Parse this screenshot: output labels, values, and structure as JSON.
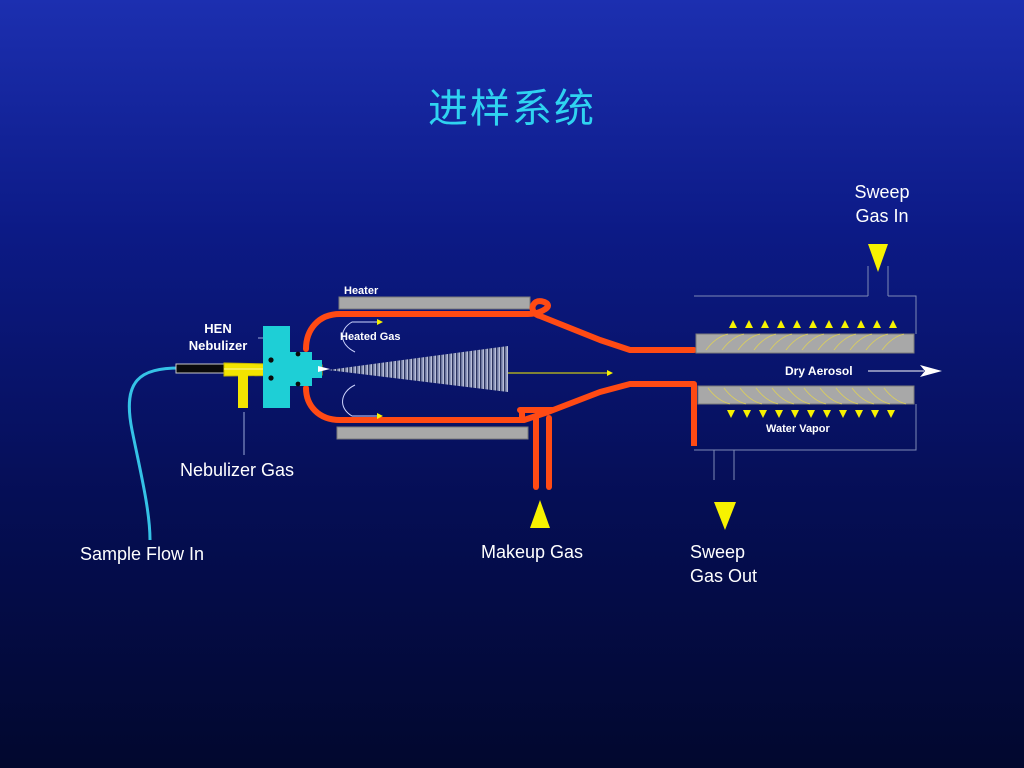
{
  "slide": {
    "title": "进样系统"
  },
  "labels": {
    "sweep_gas_in_line1": "Sweep",
    "sweep_gas_in_line2": "Gas In",
    "heater": "Heater",
    "heated_gas": "Heated Gas",
    "hen_line1": "HEN",
    "hen_line2": "Nebulizer",
    "dry_aerosol": "Dry Aerosol",
    "water_vapor": "Water Vapor",
    "nebulizer_gas": "Nebulizer Gas",
    "sample_flow_in": "Sample Flow In",
    "makeup_gas": "Makeup Gas",
    "sweep_gas_out_line1": "Sweep",
    "sweep_gas_out_line2": "Gas Out"
  },
  "colors": {
    "tube": "#ff4a14",
    "heater_plate": "#a8a8a8",
    "nebulizer_body": "#1ecfd6",
    "nebulizer_needle": "#f2e400",
    "sample_line": "#35c2e6",
    "arrow_yellow": "#f7f200",
    "title": "#2fd3f0"
  }
}
